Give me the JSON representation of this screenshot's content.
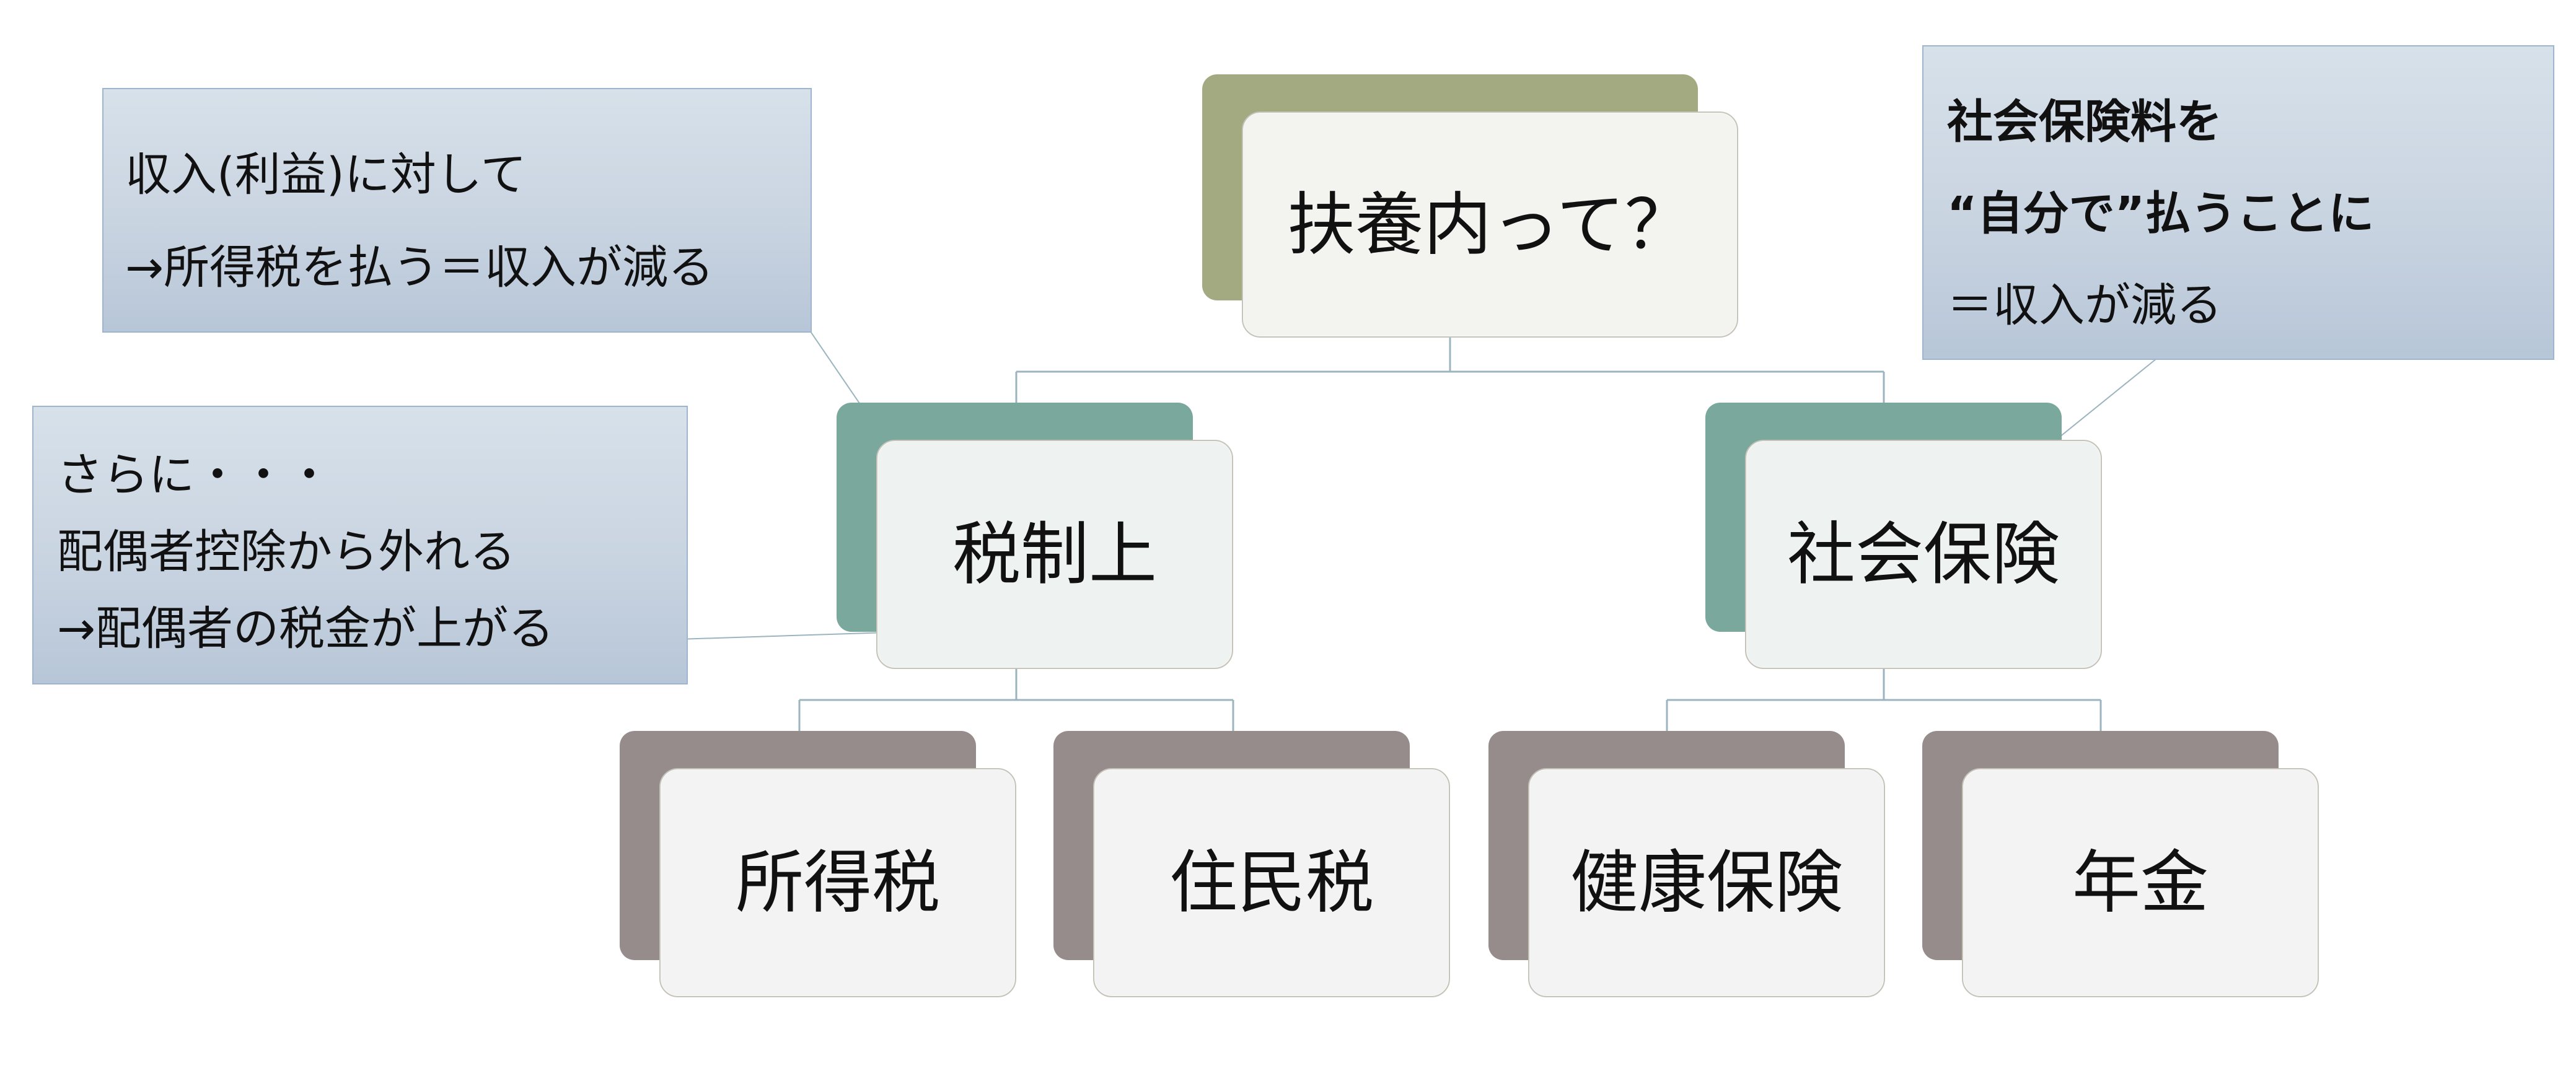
{
  "diagram": {
    "root": {
      "label": "扶養内って？",
      "colors": {
        "back": "#a3aa81",
        "front": "#f3f4f0"
      }
    },
    "branches": [
      {
        "label": "税制上",
        "colors": {
          "back": "#7aa89c",
          "front": "#eef3f2"
        },
        "children": [
          {
            "label": "所得税"
          },
          {
            "label": "住民税"
          }
        ]
      },
      {
        "label": "社会保険",
        "colors": {
          "back": "#7aa89c",
          "front": "#eef3f2"
        },
        "children": [
          {
            "label": "健康保険"
          },
          {
            "label": "年金"
          }
        ]
      }
    ],
    "leaf_colors": {
      "back": "#978c8c",
      "front": "#f3f3f3"
    },
    "connector_color": "#9bb4bf",
    "callouts": {
      "income_tax_note": {
        "lines": [
          "収入(利益)に対して",
          "→所得税を払う＝収入が減る"
        ]
      },
      "spouse_deduction_note": {
        "lines": [
          "さらに・・・",
          "配偶者控除から外れる",
          "→配偶者の税金が上がる"
        ]
      },
      "social_insurance_note": {
        "lines": [
          "社会保険料を",
          "“自分で”払うことに",
          "＝収入が減る"
        ]
      }
    }
  }
}
